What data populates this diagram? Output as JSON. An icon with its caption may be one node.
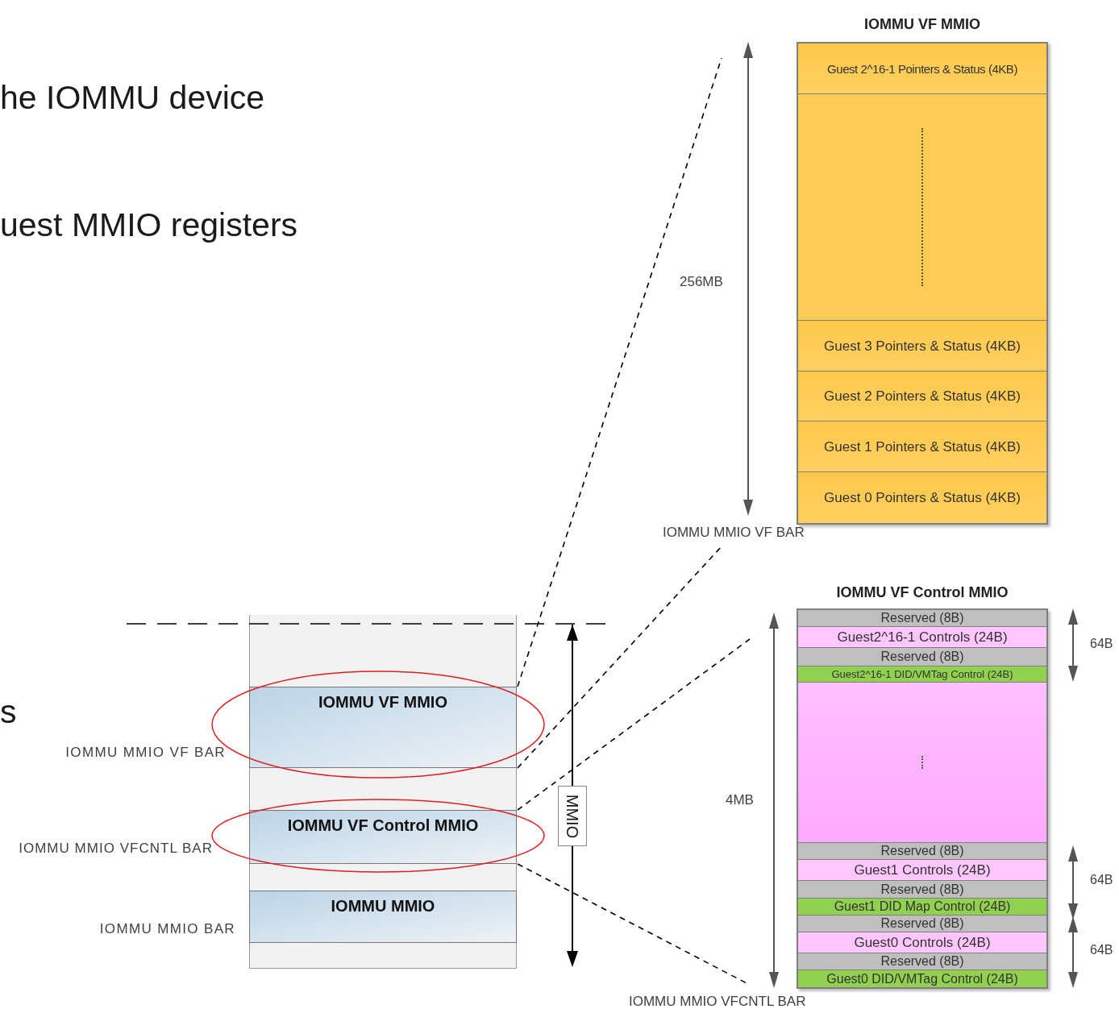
{
  "diagram": {
    "nodes": [
      {
        "text": [
          "IOMMU VF MMIO"
        ]
      },
      {
        "text": [
          "IOMMU VF Control MMIO"
        ]
      },
      {
        "text": [
          "IOMMU MMIO"
        ]
      },
      {
        "text": [
          "IOMMU VF MMIO"
        ]
      },
      {
        "text": [
          "Guest 2^16-1 Pointers & Status (4KB)"
        ],
        "in": 3
      },
      {
        "text": [],
        "shape": "box",
        "in": 3
      },
      {
        "text": [
          "Guest 3 Pointers & Status (4KB)"
        ],
        "in": 3
      },
      {
        "text": [
          "Guest 2 Pointers & Status (4KB)"
        ],
        "in": 3
      },
      {
        "text": [
          "Guest 1 Pointers & Status (4KB)"
        ],
        "in": 3
      },
      {
        "text": [
          "Guest 0 Pointers & Status (4KB)"
        ],
        "in": 3
      },
      {
        "text": [
          "IOMMU VF Control MMIO"
        ]
      },
      {
        "text": [
          "Reserved (8B)"
        ],
        "in": 10
      },
      {
        "text": [
          "Guest2^16-1 Controls (24B)"
        ],
        "in": 10
      },
      {
        "text": [
          "Reserved (8B)"
        ],
        "in": 10
      },
      {
        "text": [
          "Guest2^16-1 DID/VMTag Control (24B)"
        ],
        "in": 10
      },
      {
        "text": [],
        "shape": "box",
        "in": 10
      },
      {
        "text": [
          "Reserved (8B)"
        ],
        "in": 10
      },
      {
        "text": [
          "Guest1 Controls (24B)"
        ],
        "in": 10
      },
      {
        "text": [
          "Reserved (8B)"
        ],
        "in": 10
      },
      {
        "text": [
          "Guest1 DID Map Control (24B)"
        ],
        "in": 10
      },
      {
        "text": [
          "Reserved (8B)"
        ],
        "in": 10
      },
      {
        "text": [
          "Guest0 Controls (24B)"
        ],
        "in": 10
      },
      {
        "text": [
          "Reserved (8B)"
        ],
        "in": 10
      },
      {
        "text": [
          "Guest0 DID/VMTag Control (24B)"
        ],
        "in": 10
      }
    ],
    "edges": [
      {
        "from": 0,
        "to": 3,
        "arrow": "none",
        "style": "dashed"
      },
      {
        "from": 0,
        "to": 3,
        "arrow": "none",
        "style": "dashed"
      },
      {
        "from": 1,
        "to": 10,
        "arrow": "none",
        "style": "dashed"
      },
      {
        "from": 1,
        "to": 10,
        "arrow": "none",
        "style": "dashed"
      }
    ],
    "labels": [
      "he IOMMU device",
      "uest MMIO registers",
      "256MB",
      "IOMMU MMIO VF BAR",
      "64B",
      "s",
      "IOMMU MMIO VF BAR",
      "MMIO",
      "4MB",
      "IOMMU MMIO VFCNTL BAR",
      "64B",
      "IOMMU MMIO BAR",
      "64B",
      "IOMMU MMIO VFCNTL BAR"
    ]
  }
}
